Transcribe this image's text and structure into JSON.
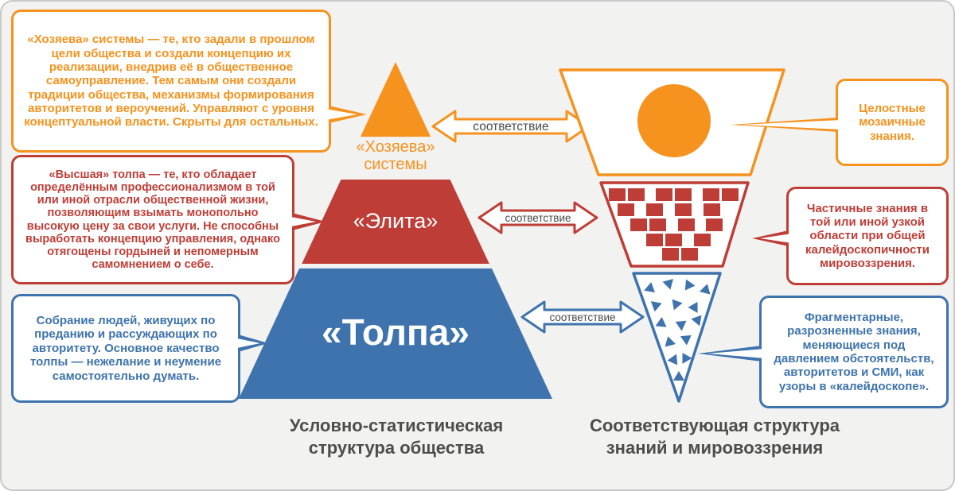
{
  "diagram": {
    "arrow_label": "соответствие",
    "colors": {
      "orange": "#F6921E",
      "red": "#BE3E37",
      "blue": "#3E73AD"
    },
    "pyramid": {
      "top_label": "«Хозяева»\nсистемы",
      "middle_label": "«Элита»",
      "bottom_label": "«Толпа»"
    },
    "callouts_left": [
      {
        "text": "«Хозяева» системы — те, кто задали в прошлом цели общества и создали концепцию их реализации, внедрив её в общественное самоуправление. Тем самым они создали традиции общества, механизмы формирования авторитетов и вероучений. Управляют с уровня концептуальной власти. Скрыты для остальных."
      },
      {
        "text": "«Высшая» толпа — те, кто обладает определённым профессионализмом в той или иной отрасли общественной жизни, позволяющим взымать монопольно высокую цену за свои услуги. Не способны выработать концепцию управления, однако отягощены гордыней и непомерным самомнением о себе."
      },
      {
        "text": "Собрание людей, живущих по преданию и рассуждающих по авторитету. Основное качество толпы — нежелание и неумение самостоятельно думать."
      }
    ],
    "callouts_right": [
      {
        "text": "Целостные мозаичные знания."
      },
      {
        "text": "Частичные знания в той или иной узкой области при общей калейдоскопичности мировоззрения."
      },
      {
        "text": "Фрагментарные, разрозненные знания, меняющиеся под давлением обстоятельств, авторитетов и СМИ, как узоры в «калейдоскопе»."
      }
    ],
    "captions": {
      "left": "Условно-статистическая\nструктура общества",
      "right": "Соответствующая структура\nзнаний и мировоззрения"
    }
  }
}
